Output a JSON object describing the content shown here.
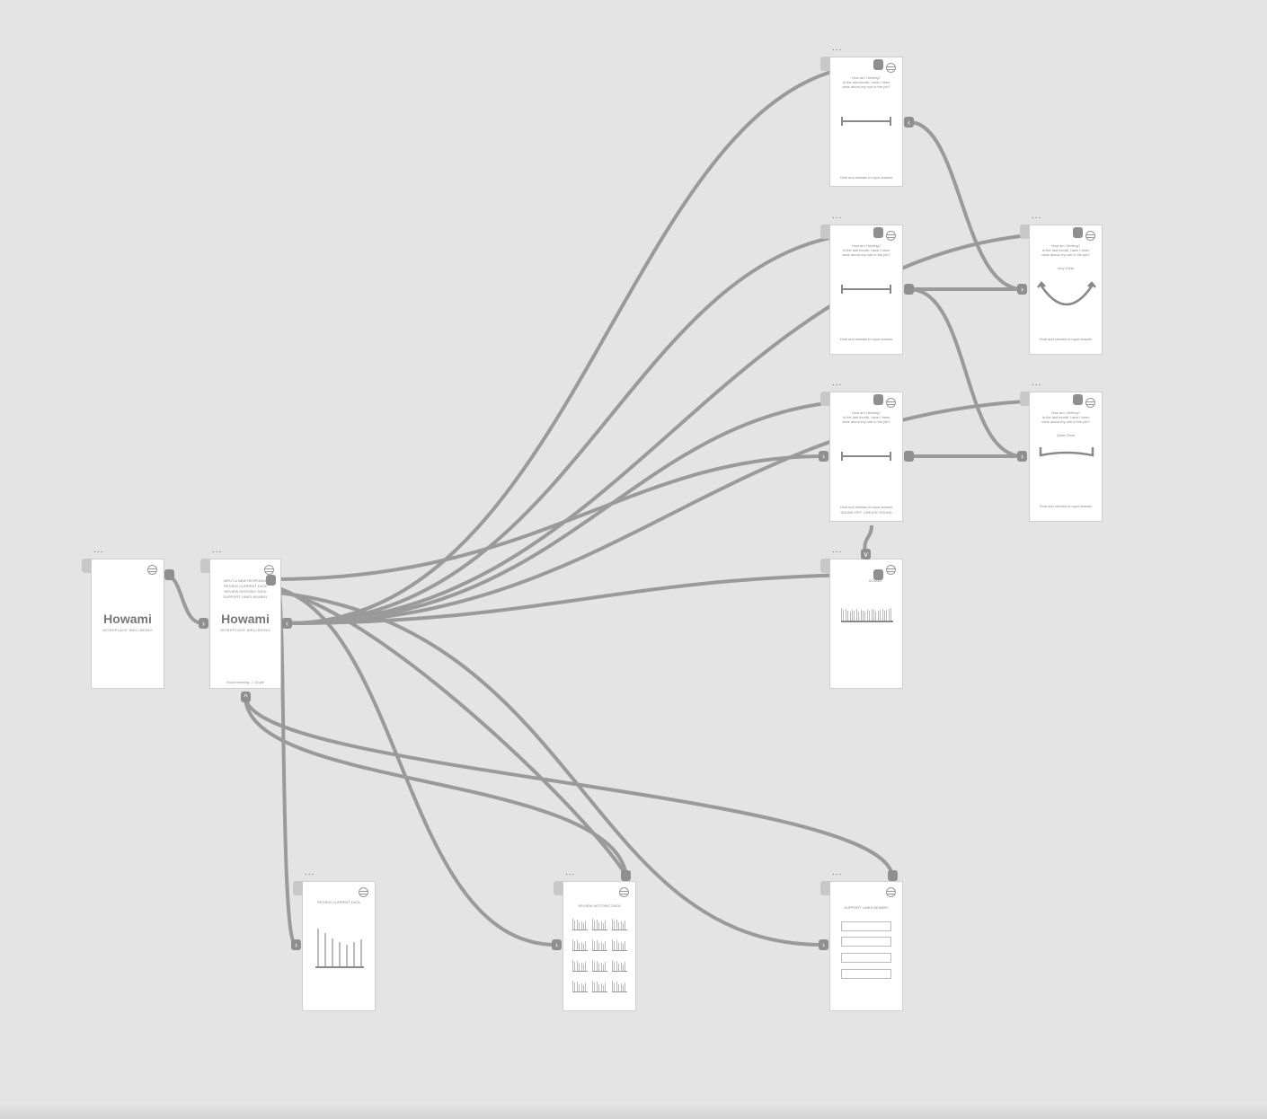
{
  "artboard_menu_label": "...",
  "splash": {
    "logo": "Howami",
    "tagline": "WORKPLACE WELLBEING"
  },
  "menu": {
    "items": [
      "INPUT A NEW RESPONSE",
      "REVIEW CURRENT DATA",
      "REVIEW HISTORIC DATA",
      "SUPPORT LINKS NEARBY"
    ],
    "logo": "Howami",
    "tagline": "WORKPLACE WELLBEING",
    "greeting": "Good morning, J. Doyle"
  },
  "question": {
    "line1": "How am I feeling?",
    "line2": "In the last month, have I been",
    "line3": "clear about my role in the job?",
    "hint": "Hold and release to input answer",
    "sound_off": "SOUND OFF",
    "create_sound": "CREATE SOUND"
  },
  "responses": {
    "very_clear": "Very Clear",
    "quite_clear": "Quite Clear"
  },
  "sound": {
    "label": "SOUND"
  },
  "current": {
    "title": "REVIEW CURRENT DATA"
  },
  "historic": {
    "title": "REVIEW HISTORIC DATA"
  },
  "support": {
    "title": "SUPPORT LINKS NEARBY"
  },
  "colors": {
    "canvas": "#e4e4e4",
    "wire": "#9a9a9a"
  }
}
